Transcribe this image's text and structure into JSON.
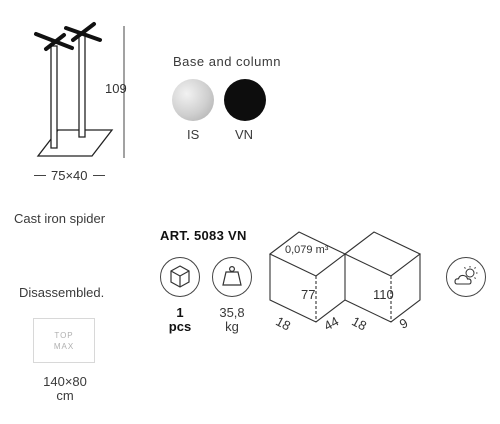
{
  "product": {
    "height": "109",
    "footprint": "75×40",
    "base_label": "Cast iron spider",
    "assembly": "Disassembled.",
    "top_max": {
      "line1": "TOP",
      "line2": "MAX"
    },
    "top_size": {
      "line1": "140×80",
      "line2": "cm"
    }
  },
  "finish": {
    "title": "Base and column",
    "options": [
      {
        "code": "IS",
        "color": "#c8c8c8"
      },
      {
        "code": "VN",
        "color": "#0d0d0d"
      }
    ]
  },
  "article": {
    "code": "ART. 5083 VN",
    "quantity": "1",
    "quantity_unit": "pcs",
    "weight": "35,8",
    "weight_unit": "kg"
  },
  "packaging": {
    "volume": "0,079 m³",
    "box1": {
      "height": "77",
      "width": "18",
      "depth": "44"
    },
    "box2": {
      "height": "110",
      "width": "18",
      "depth": "9"
    }
  },
  "icons": [
    "box-icon",
    "weight-icon",
    "indoor-outdoor-weather-icon"
  ]
}
